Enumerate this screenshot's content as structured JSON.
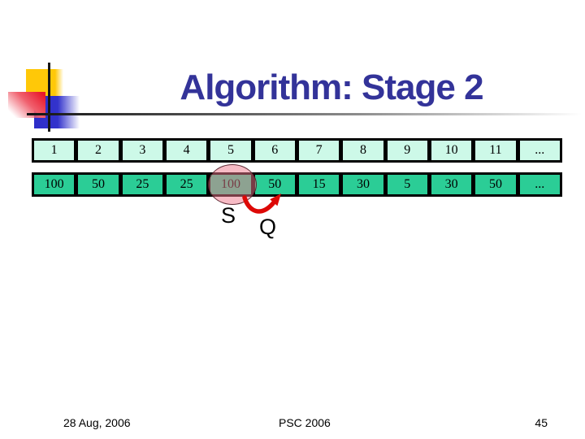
{
  "title": "Algorithm: Stage 2",
  "table": {
    "index_row": [
      "1",
      "2",
      "3",
      "4",
      "5",
      "6",
      "7",
      "8",
      "9",
      "10",
      "11",
      "..."
    ],
    "value_row": [
      "100",
      "50",
      "25",
      "25",
      "100",
      "50",
      "15",
      "30",
      "5",
      "30",
      "50",
      "..."
    ]
  },
  "annotations": {
    "s_label": "S",
    "q_label": "Q"
  },
  "footer": {
    "date": "28 Aug, 2006",
    "conference": "PSC 2006",
    "slide_number": "45"
  },
  "colors": {
    "title": "#333399",
    "index_cell": "#cdf9e8",
    "value_cell": "#2bcd96",
    "table_border": "#000000",
    "highlight_fill": "rgba(240,120,140,0.5)",
    "highlight_stroke": "rgba(70,20,30,0.85)",
    "arrow": "#dd0806"
  }
}
